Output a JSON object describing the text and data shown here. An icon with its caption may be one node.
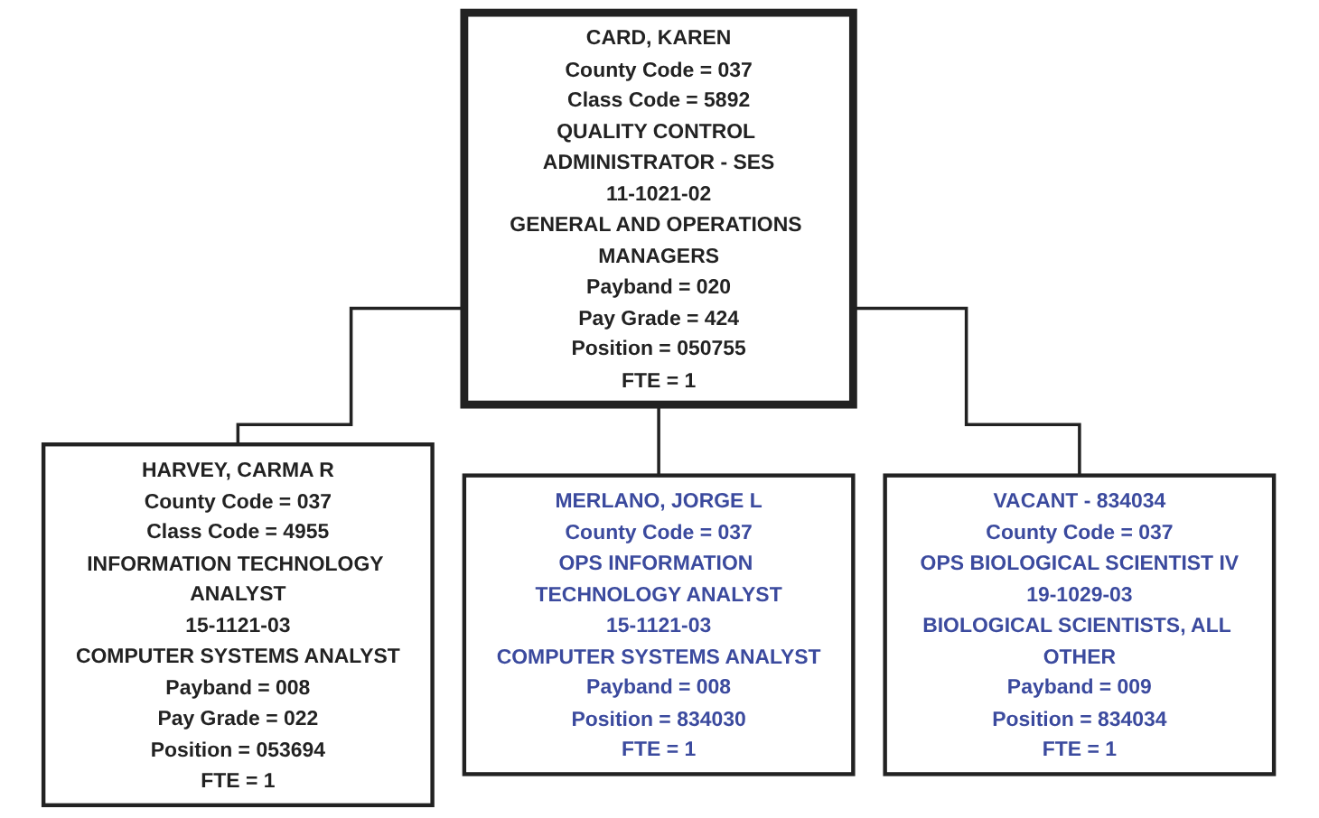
{
  "diagram": {
    "nodes": [
      {
        "text": [
          "CARD, KAREN",
          "County Code = 037",
          "Class Code = 5892",
          "QUALITY CONTROL ADMINISTRATOR - SES",
          "11-1021-02",
          "GENERAL AND OPERATIONS MANAGERS",
          "Payband = 020",
          "Pay Grade = 424",
          "Position = 050755",
          "FTE = 1"
        ]
      },
      {
        "text": [
          "HARVEY, CARMA R",
          "County Code = 037",
          "Class Code = 4955",
          "INFORMATION TECHNOLOGY ANALYST",
          "15-1121-03",
          "COMPUTER SYSTEMS ANALYST",
          "Payband = 008",
          "Pay Grade = 022",
          "Position = 053694",
          "FTE = 1"
        ]
      },
      {
        "text": [
          "MERLANO, JORGE L",
          "County Code = 037",
          "OPS INFORMATION TECHNOLOGY ANALYST",
          "15-1121-03",
          "COMPUTER SYSTEMS ANALYST",
          "Payband = 008",
          "Position = 834030",
          "FTE = 1"
        ]
      },
      {
        "text": [
          "VACANT - 834034",
          "County Code = 037",
          "OPS BIOLOGICAL SCIENTIST IV",
          "19-1029-03",
          "BIOLOGICAL SCIENTISTS, ALL OTHER",
          "Payband = 009",
          "Position = 834034",
          "FTE = 1"
        ]
      }
    ],
    "edges": [
      {
        "from": 0,
        "to": 1,
        "arrow": "none"
      },
      {
        "from": 0,
        "to": 2,
        "arrow": "none"
      },
      {
        "from": 0,
        "to": 3,
        "arrow": "none"
      }
    ]
  }
}
